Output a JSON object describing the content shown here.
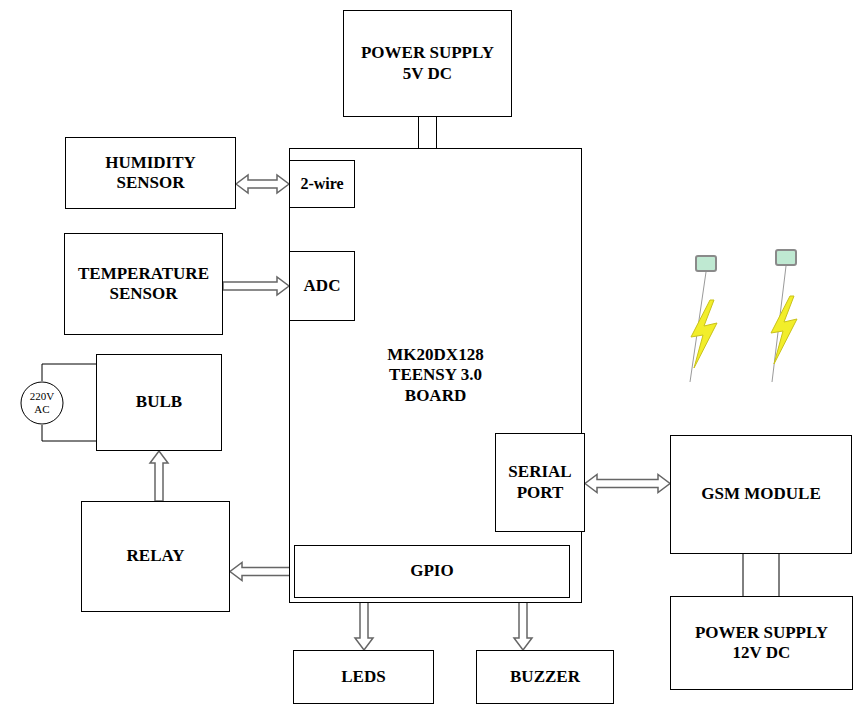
{
  "diagram": {
    "nodes": [
      {
        "text": [
          "POWER SUPPLY 5V DC"
        ]
      },
      {
        "text": [
          "HUMIDITY SENSOR"
        ]
      },
      {
        "text": [
          "MK20DX128 TEENSY 3.0 BOARD"
        ]
      },
      {
        "text": [
          "2-wire"
        ],
        "in": 2
      },
      {
        "text": [
          "ADC"
        ],
        "in": 2
      },
      {
        "text": [
          "SERIAL PORT"
        ],
        "in": 2
      },
      {
        "text": [
          "GPIO"
        ],
        "in": 2
      },
      {
        "text": [
          "TEMPERATURE SENSOR"
        ]
      },
      {
        "text": [
          "220V AC"
        ]
      },
      {
        "text": [
          "BULB"
        ]
      },
      {
        "text": [
          "GSM MODULE"
        ]
      },
      {
        "text": [
          "RELAY"
        ]
      },
      {
        "text": [
          "POWER SUPPLY 12V DC"
        ]
      },
      {
        "text": [
          "LEDS"
        ]
      },
      {
        "text": [
          "BUZZER"
        ]
      }
    ],
    "edges": [
      {
        "from": 0,
        "to": 2,
        "arrow": "none"
      },
      {
        "from": 1,
        "to": 3,
        "arrow": "both"
      },
      {
        "from": 7,
        "to": 4,
        "arrow": "to"
      },
      {
        "from": 8,
        "to": 9,
        "arrow": "none"
      },
      {
        "from": 11,
        "to": 9,
        "arrow": "to"
      },
      {
        "from": 6,
        "to": 11,
        "arrow": "to"
      },
      {
        "from": 6,
        "to": 13,
        "arrow": "to"
      },
      {
        "from": 6,
        "to": 14,
        "arrow": "to"
      },
      {
        "from": 5,
        "to": 10,
        "arrow": "both"
      },
      {
        "from": 10,
        "to": 12,
        "arrow": "none"
      }
    ]
  }
}
